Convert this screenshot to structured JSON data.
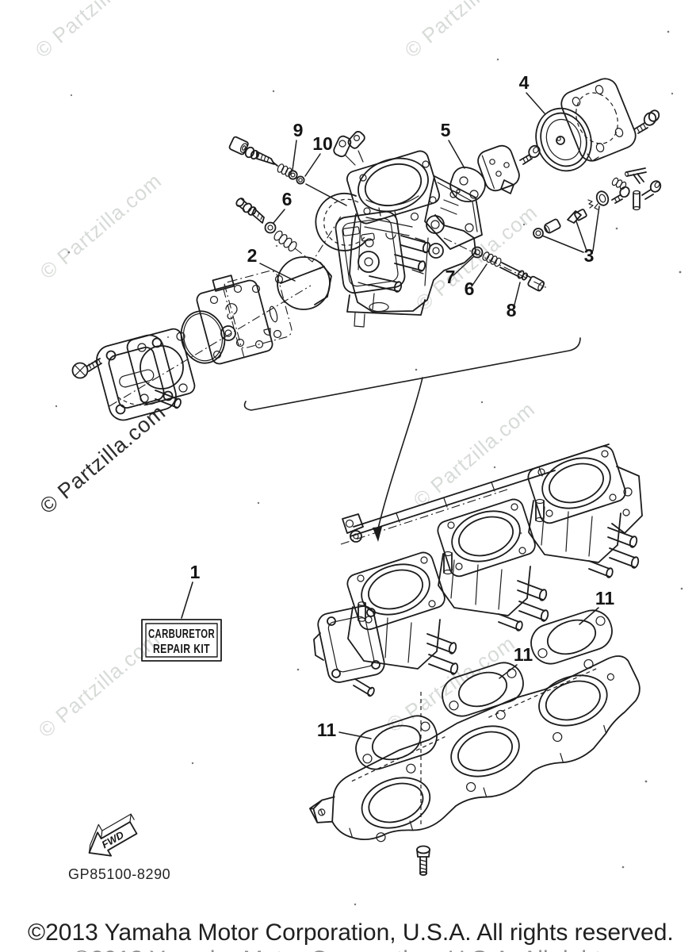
{
  "page": {
    "title": "Yamaha parts diagram — Carburetor Repair Kit",
    "background": "#ffffff",
    "ink_color": "#1c1c1c",
    "watermark_color": "#d7dbd7"
  },
  "watermark": {
    "text": "© Partzilla.com"
  },
  "callouts": [
    {
      "number": "9"
    },
    {
      "number": "10"
    },
    {
      "number": "6"
    },
    {
      "number": "2"
    },
    {
      "number": "5"
    },
    {
      "number": "4"
    },
    {
      "number": "7"
    },
    {
      "number": "6"
    },
    {
      "number": "8"
    },
    {
      "number": "3"
    },
    {
      "number": "1"
    },
    {
      "number": "11"
    },
    {
      "number": "11"
    },
    {
      "number": "11"
    }
  ],
  "kit_label": {
    "line1": "CARBURETOR",
    "line2": "REPAIR KIT"
  },
  "fwd_arrow": {
    "label": "FWD"
  },
  "footer": {
    "part_code": "GP85100-8290",
    "copyright": "©2013 Yamaha Motor Corporation, U.S.A. All rights reserved."
  }
}
